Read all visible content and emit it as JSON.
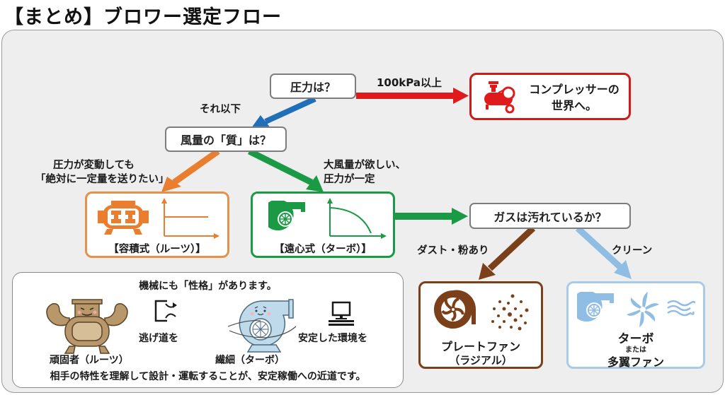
{
  "page": {
    "title": "【まとめ】ブロワー選定フロー"
  },
  "colors": {
    "blue_arrow": "#1f6fb9",
    "red": "#e0191a",
    "orange": "#e97f2e",
    "green": "#1a9a44",
    "brown": "#7b4019",
    "light_blue": "#8fbde3",
    "box_border": "#7d7d7d"
  },
  "flow": {
    "q_pressure": "圧力は？",
    "q_airflow_quality": "風量の「質」は？",
    "q_gas_dirty": "ガスは汚れているか？",
    "branch_high_pressure": "100kPa以上",
    "branch_low_pressure": "それ以下",
    "branch_constant_volume": [
      "圧力が変動しても",
      "「絶対に一定量を送りたい」"
    ],
    "branch_large_volume": [
      "大風量が欲しい、",
      "圧力が一定"
    ],
    "branch_dust": "ダスト・粉あり",
    "branch_clean": "クリーン"
  },
  "results": {
    "compressor": {
      "lines": [
        "コンプレッサーの",
        "世界へ。"
      ],
      "icon": "air-compressor-icon"
    },
    "roots": {
      "label": "【容積式（ルーツ）】",
      "icon": "roots-blower-icon",
      "graph": "flat-curve-graph"
    },
    "turbo": {
      "label": "【遠心式（ターボ）】",
      "icon": "centrifugal-fan-icon",
      "graph": "falling-curve-graph"
    },
    "plate_fan": {
      "lines": [
        "プレートファン",
        "（ラジアル）"
      ],
      "icon": "radial-fan-dust-icon"
    },
    "turbo_multiblade": {
      "line1": "ターボ",
      "line2": "または",
      "line3": "多翼ファン",
      "icon": "turbo-fan-icon"
    }
  },
  "summary": {
    "heading": "機械にも「性格」があります。",
    "roots_character": "頑固者（ルーツ）",
    "roots_need": "逃げ道を",
    "turbo_character": "繊細（ターボ）",
    "turbo_need": "安定した環境を",
    "footer": "相手の特性を理解して設計・運転することが、安定稼働への近道です。"
  }
}
